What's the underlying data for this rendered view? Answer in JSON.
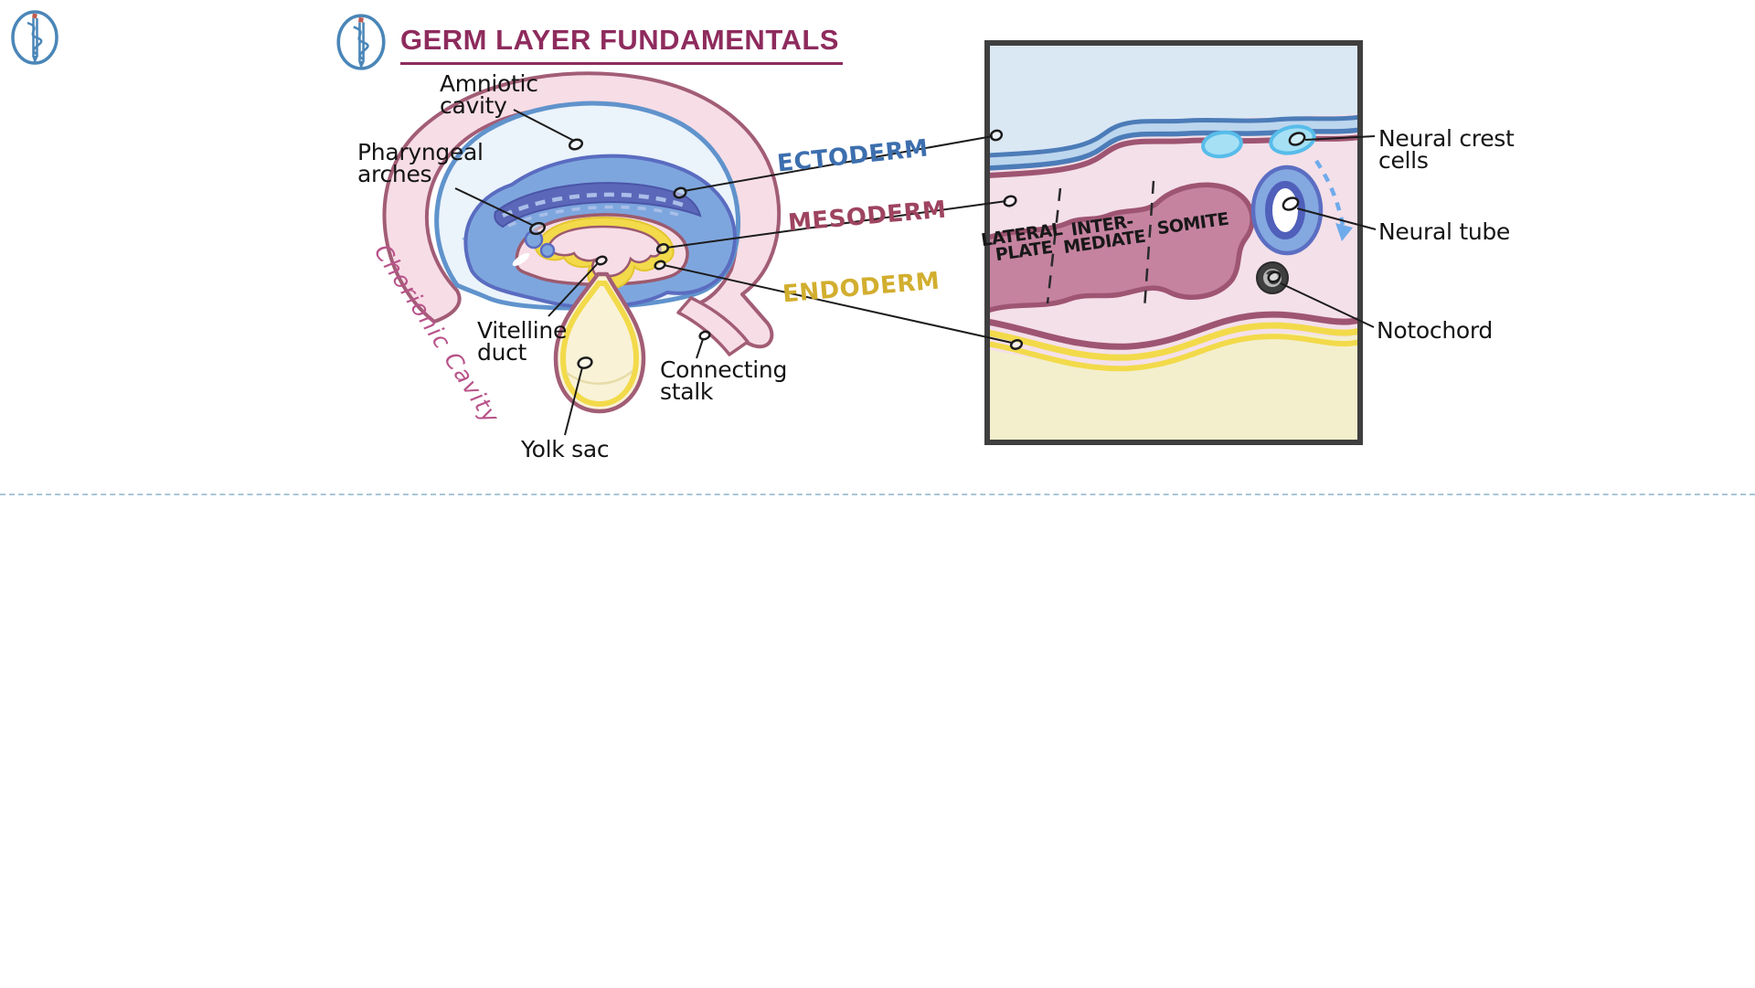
{
  "header": {
    "title": "GERM LAYER FUNDAMENTALS",
    "brand_color": "#8e2b5d",
    "logo_icon": "asclepius-pencil-logo"
  },
  "embryo_diagram": {
    "labels": {
      "amniotic_cavity": "Amniotic\ncavity",
      "pharyngeal_arches": "Pharyngeal\narches",
      "chorionic_cavity": "Chorionic Cavity",
      "vitelline_duct": "Vitelline\nduct",
      "connecting_stalk": "Connecting\nstalk",
      "yolk_sac": "Yolk sac"
    }
  },
  "germ_layers": {
    "ectoderm": {
      "label": "ECTODERM",
      "color": "#3d6fae"
    },
    "mesoderm": {
      "label": "MESODERM",
      "color": "#9e4460"
    },
    "endoderm": {
      "label": "ENDODERM",
      "color": "#d2ae2e"
    }
  },
  "cross_section": {
    "mesoderm_regions": {
      "lateral_plate": "LATERAL\nPLATE",
      "intermediate": "INTER-\nMEDIATE",
      "somite": "SOMITE"
    },
    "labels": {
      "neural_crest_cells": "Neural crest\ncells",
      "neural_tube": "Neural tube",
      "notochord": "Notochord"
    }
  }
}
